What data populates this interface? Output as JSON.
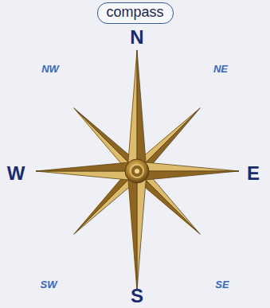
{
  "diagram": {
    "title": "compass",
    "labels": [
      "N",
      "NW",
      "NE",
      "W",
      "E",
      "SW",
      "SE",
      "S"
    ]
  }
}
